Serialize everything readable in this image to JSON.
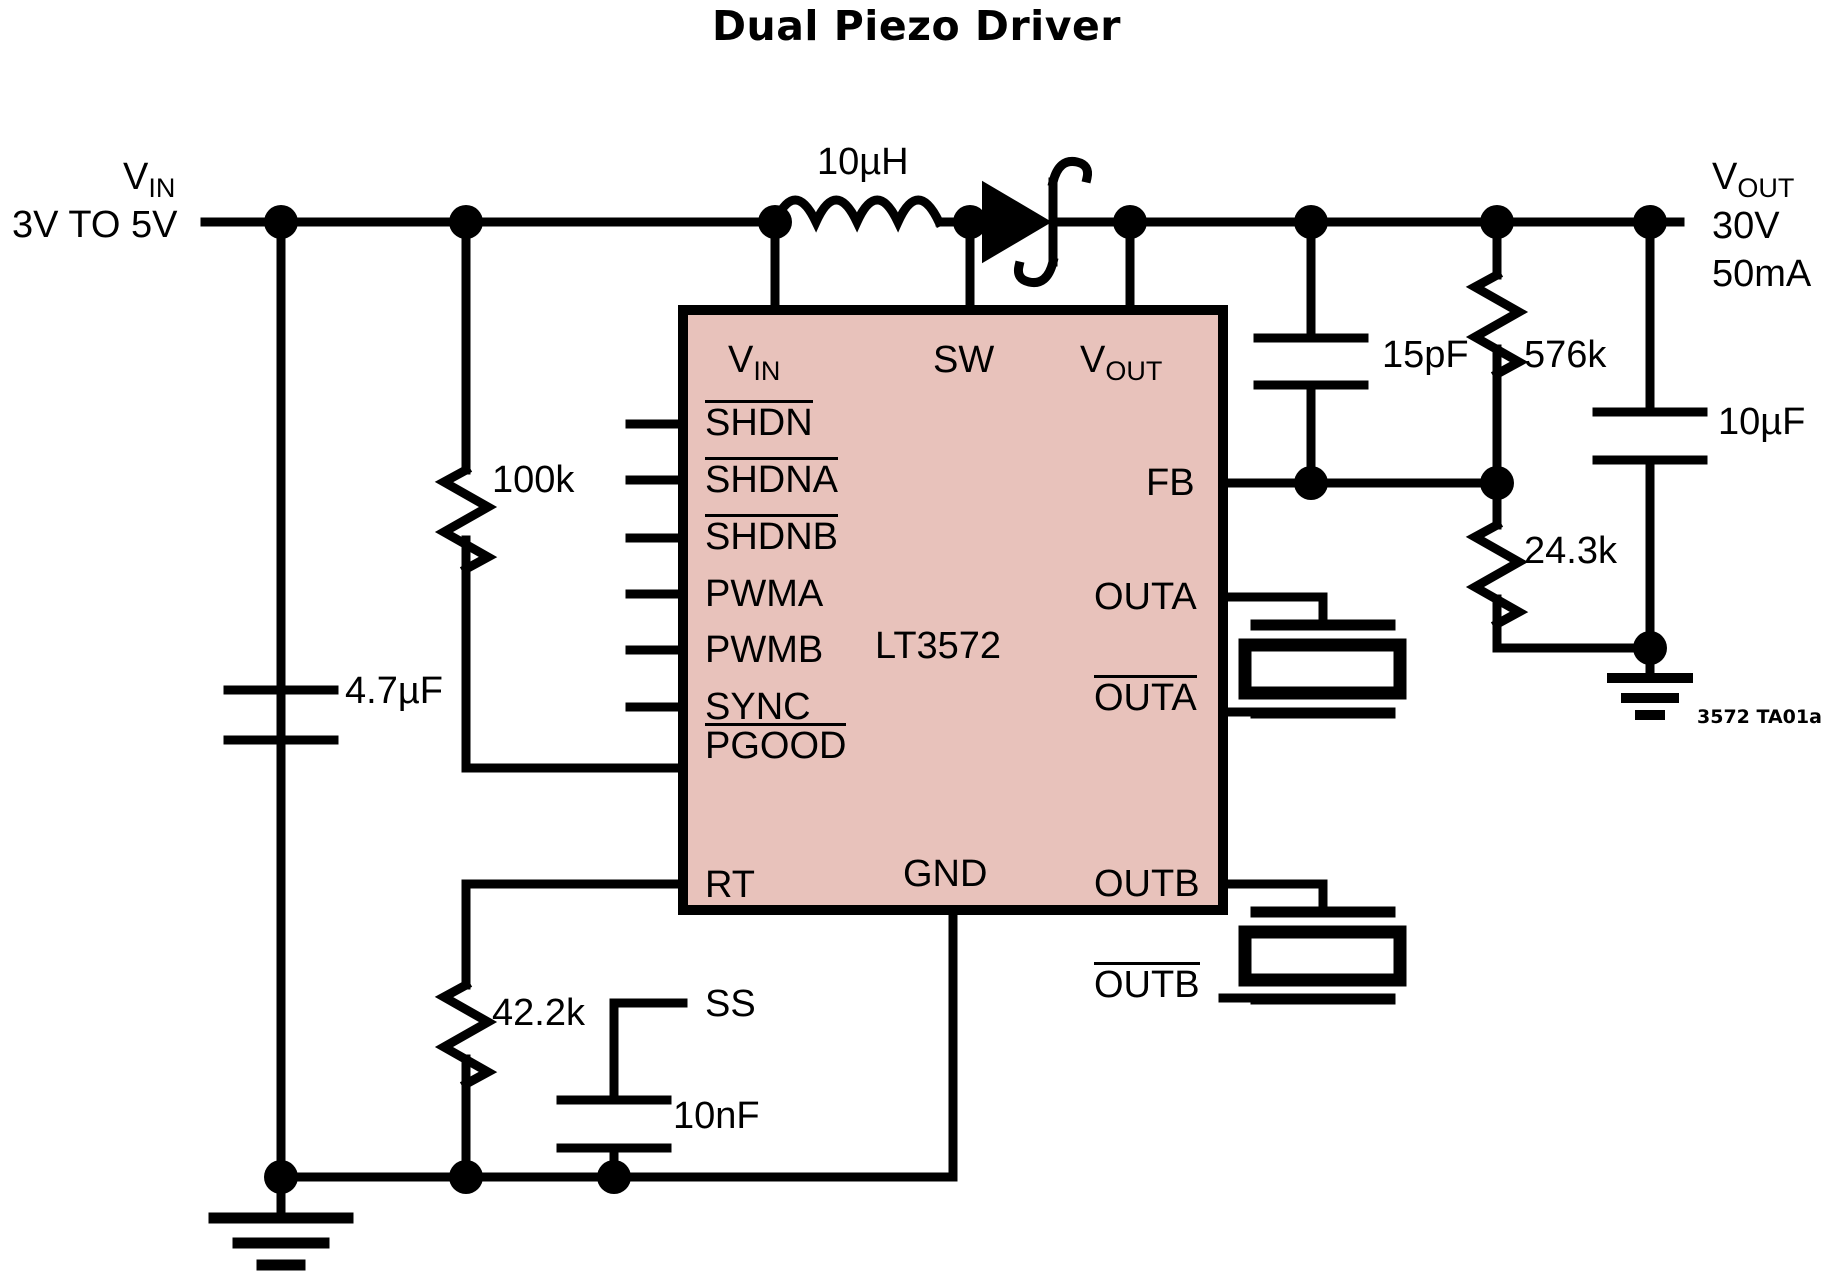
{
  "title": "Dual Piezo Driver",
  "ic": {
    "part_number": "LT3572",
    "fill_color": "#e8c2bb",
    "pins_left": [
      {
        "label": "V",
        "sub": "IN",
        "overline": false
      },
      {
        "label": "SHDN",
        "sub": "",
        "overline": true
      },
      {
        "label": "SHDNA",
        "sub": "",
        "overline": true
      },
      {
        "label": "SHDNB",
        "sub": "",
        "overline": true
      },
      {
        "label": "PWMA",
        "sub": "",
        "overline": false
      },
      {
        "label": "PWMB",
        "sub": "",
        "overline": false
      },
      {
        "label": "SYNC",
        "sub": "",
        "overline": false
      },
      {
        "label": "PGOOD",
        "sub": "",
        "overline": true
      },
      {
        "label": "RT",
        "sub": "",
        "overline": false
      },
      {
        "label": "SS",
        "sub": "",
        "overline": false
      }
    ],
    "pins_top": [
      {
        "label": "SW",
        "sub": "",
        "overline": false
      }
    ],
    "pins_right": [
      {
        "label": "V",
        "sub": "OUT",
        "overline": false
      },
      {
        "label": "FB",
        "sub": "",
        "overline": false
      },
      {
        "label": "OUTA",
        "sub": "",
        "overline": false
      },
      {
        "label": "OUTA",
        "sub": "",
        "overline": true
      },
      {
        "label": "OUTB",
        "sub": "",
        "overline": false
      },
      {
        "label": "OUTB",
        "sub": "",
        "overline": true
      }
    ],
    "pins_bottom": [
      {
        "label": "GND",
        "sub": "",
        "overline": false
      }
    ]
  },
  "nets": {
    "vin_name": "V",
    "vin_sub": "IN",
    "vin_range": "3V TO 5V",
    "vout_name": "V",
    "vout_sub": "OUT",
    "vout_voltage": "30V",
    "vout_current": "50mA"
  },
  "components": {
    "input_cap": "4.7µF",
    "pgood_pullup": "100k",
    "inductor": "10µH",
    "feedforward_cap": "15pF",
    "fb_top_resistor": "576k",
    "fb_bottom_resistor": "24.3k",
    "output_cap": "10µF",
    "rt_resistor": "42.2k",
    "ss_cap": "10nF"
  },
  "footer_note": "3572 TA01a"
}
